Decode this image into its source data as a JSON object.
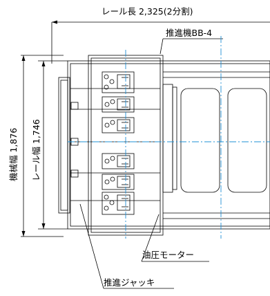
{
  "dimensions": {
    "rail_length": "レール長 2,325(2分割)",
    "machine_width": "機械幅 1,876",
    "rail_width": "レール幅 1,746"
  },
  "callouts": {
    "pusher_model": "推進機BB-4",
    "hydraulic_motor": "油圧モーター",
    "thrust_jack": "推進ジャッキ"
  },
  "colors": {
    "line": "#000000",
    "centerline": "#1e90d6",
    "background": "#ffffff"
  }
}
